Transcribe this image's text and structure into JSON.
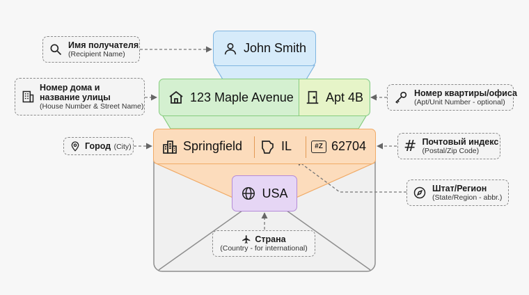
{
  "fields": {
    "name": "John Smith",
    "street": "123 Maple Avenue",
    "apt": "Apt 4B",
    "city": "Springfield",
    "state": "IL",
    "zip": "62704",
    "country": "USA"
  },
  "callouts": {
    "recipient": {
      "title": "Имя получателя",
      "subtitle": "(Recipient Name)"
    },
    "street": {
      "title_line1": "Номер дома и",
      "title_line2": "название улицы",
      "subtitle": "(House Number & Street Name)"
    },
    "apt": {
      "title": "Номер квартиры/офиса",
      "subtitle": "(Apt/Unit Number - optional)"
    },
    "city": {
      "title": "Город",
      "subtitle": "(City)"
    },
    "zip": {
      "title": "Почтовый индекс",
      "subtitle": "(Postal/Zip Code)"
    },
    "state": {
      "title": "Штат/Регион",
      "subtitle": "(State/Region - abbr.)"
    },
    "country": {
      "title": "Страна",
      "subtitle": "(Country - for international)"
    }
  },
  "icons": {
    "zip_badge": "#Z"
  },
  "colors": {
    "name_fill": "#d6ebfa",
    "name_stroke": "#7fb5e0",
    "street_fill": "#d4f0d0",
    "street_stroke": "#86cc7e",
    "region_fill": "#fcdcbc",
    "region_stroke": "#f0aa66",
    "country_fill": "#e6d6f5",
    "country_stroke": "#b48ad8",
    "envelope_fill": "#f0f0f0",
    "envelope_stroke": "#8e8e8e"
  }
}
